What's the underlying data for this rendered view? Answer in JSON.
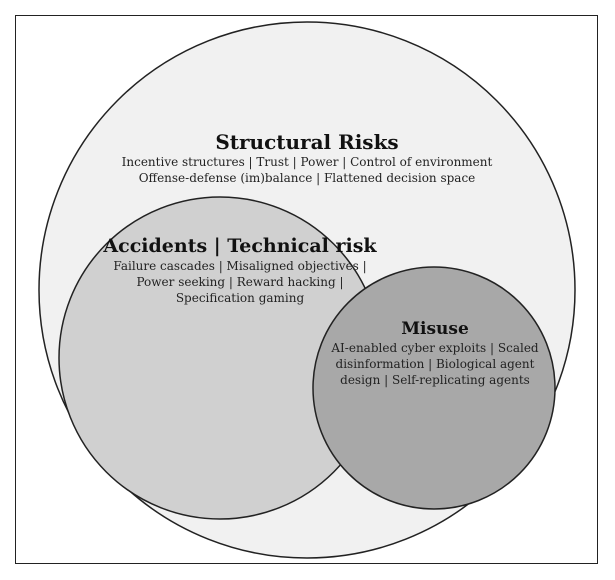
{
  "structural": {
    "title": "Structural Risks",
    "line1": "Incentive structures | Trust | Power | Control of environment",
    "line2": "Offense-defense (im)balance | Flattened decision space"
  },
  "accidents": {
    "title": "Accidents | Technical risk",
    "line1": "Failure cascades | Misaligned objectives |",
    "line2": "Power seeking | Reward hacking |",
    "line3": "Specification gaming"
  },
  "misuse": {
    "title": "Misuse",
    "line1": "AI-enabled cyber exploits | Scaled",
    "line2": "disinformation | Biological agent",
    "line3": "design | Self-replicating agents"
  },
  "colors": {
    "outer_fill": "#f1f1f1",
    "accidents_fill": "#d0d0d0",
    "misuse_fill": "#a8a8a8",
    "stroke": "#222222"
  }
}
